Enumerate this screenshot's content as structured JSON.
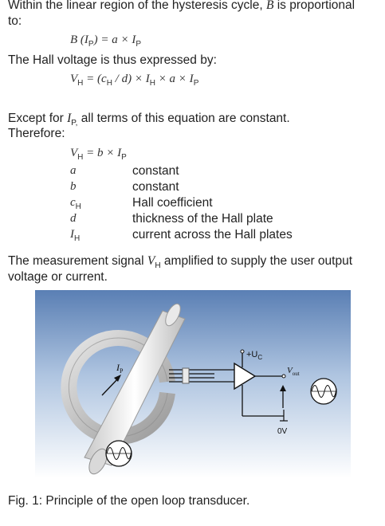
{
  "intro": {
    "line1_before": "Within the linear region of the hysteresis cycle,",
    "line1_var": "B",
    "line1_after": "is proportional",
    "line2": "to:"
  },
  "eq1": {
    "text": "B (I",
    "sub": "P",
    "rest": ") = a × I",
    "sub2": "P"
  },
  "hall_text": "The Hall voltage is thus expressed by:",
  "eq2": {
    "a": "V",
    "a_sub": "H",
    "b": " = (c",
    "b_sub": "H",
    "c": " / d) × I",
    "c_sub": "H",
    "d": " × a × I",
    "d_sub": "P"
  },
  "except": {
    "before": "Except for",
    "var": "I",
    "var_sub": "P,",
    "after": "all terms of this equation are constant.",
    "line2": "Therefore:"
  },
  "eq3": {
    "a": "V",
    "a_sub": "H",
    "b": " = b × I",
    "b_sub": "P"
  },
  "definitions": [
    {
      "sym": "a",
      "sub": "",
      "def": "constant"
    },
    {
      "sym": "b",
      "sub": "",
      "def": "constant"
    },
    {
      "sym": "c",
      "sub": "H",
      "def": "Hall coefficient"
    },
    {
      "sym": "d",
      "sub": "",
      "def": "thickness of the Hall plate"
    },
    {
      "sym": "I",
      "sub": "H",
      "def": "current across the Hall plates"
    }
  ],
  "measure": {
    "before": "The measurement signal",
    "var": "V",
    "var_sub": "H",
    "after": "amplified to supply the user output",
    "line2": "voltage or current."
  },
  "figure_labels": {
    "ip": "I",
    "ip_sub": "P",
    "uc": "+U",
    "uc_sub": "C",
    "vout": "V",
    "vout_sub": "out",
    "zero": "0V"
  },
  "caption": "Fig. 1: Principle of the open loop transducer."
}
